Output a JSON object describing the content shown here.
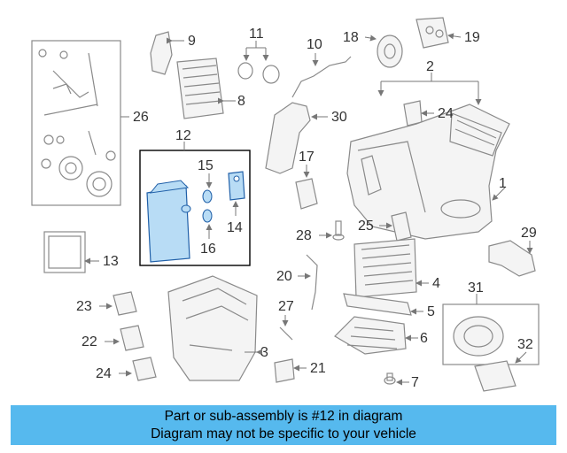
{
  "callouts": [
    "1",
    "2",
    "3",
    "4",
    "5",
    "6",
    "7",
    "8",
    "9",
    "10",
    "11",
    "12",
    "13",
    "14",
    "15",
    "16",
    "17",
    "18",
    "19",
    "20",
    "21",
    "22",
    "23",
    "24",
    "24",
    "25",
    "26",
    "27",
    "28",
    "29",
    "30",
    "31",
    "32"
  ],
  "banner": {
    "line1": "Part or sub-assembly is #12 in diagram",
    "line2": "Diagram may not be specific to your vehicle"
  },
  "colors": {
    "banner": "#56b9ee",
    "highlight": "#b8dcf5",
    "highlight_stroke": "#1f5fa8"
  }
}
